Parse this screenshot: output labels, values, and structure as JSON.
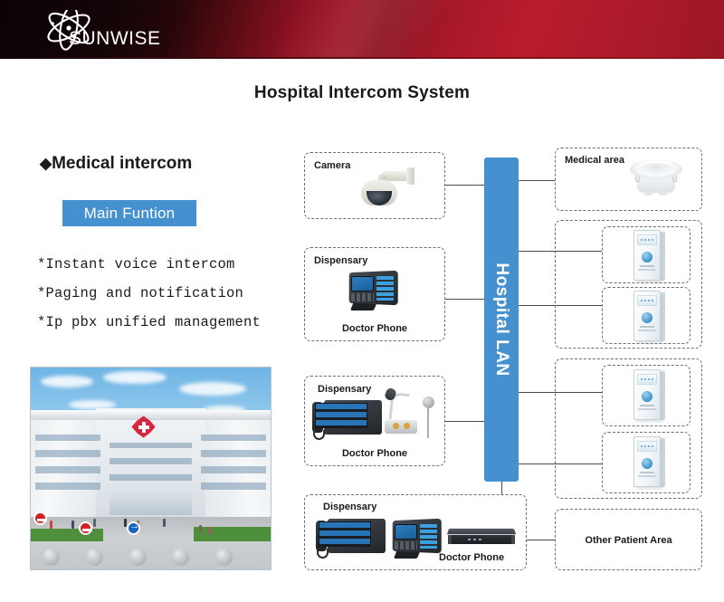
{
  "header": {
    "brand": "SUNWISE",
    "logo_icon": "atom-icon",
    "accent_dark": "#1a0406",
    "accent_red": "#a8182a"
  },
  "slide": {
    "title": "Hospital Intercom System"
  },
  "left_panel": {
    "diamond_bullet": "◆",
    "heading": "Medical intercom",
    "badge": {
      "label": "Main Funtion",
      "color": "#4590ce"
    },
    "features": [
      "*Instant voice intercom",
      "*Paging and notification",
      "*Ip pbx unified management"
    ],
    "photo_caption": "hospital-building-photo"
  },
  "diagram": {
    "lan": {
      "label": "Hospital LAN",
      "color": "#4590ce"
    },
    "left_nodes": [
      {
        "title": "Camera",
        "caption": "",
        "devices": [
          "ptz-dome-camera"
        ]
      },
      {
        "title": "Dispensary",
        "caption": "Doctor Phone",
        "devices": [
          "ip-desk-phone"
        ]
      },
      {
        "title": "Dispensary",
        "caption": "Doctor Phone",
        "devices": [
          "console-phone",
          "paging-microphone",
          "mic-stand"
        ]
      },
      {
        "title": "Dispensary",
        "caption": "Doctor Phone",
        "devices": [
          "console-phone",
          "ip-desk-phone",
          "rack-server"
        ]
      }
    ],
    "right_nodes": [
      {
        "title": "Medical area",
        "devices": [
          "ceiling-speaker"
        ],
        "children": []
      },
      {
        "title": "",
        "devices": [],
        "children": [
          "wall-intercom-panel",
          "wall-intercom-panel"
        ]
      },
      {
        "title": "",
        "devices": [],
        "children": [
          "wall-intercom-panel",
          "wall-intercom-panel"
        ]
      },
      {
        "title": "Other Patient Area",
        "devices": [],
        "children": []
      }
    ]
  }
}
